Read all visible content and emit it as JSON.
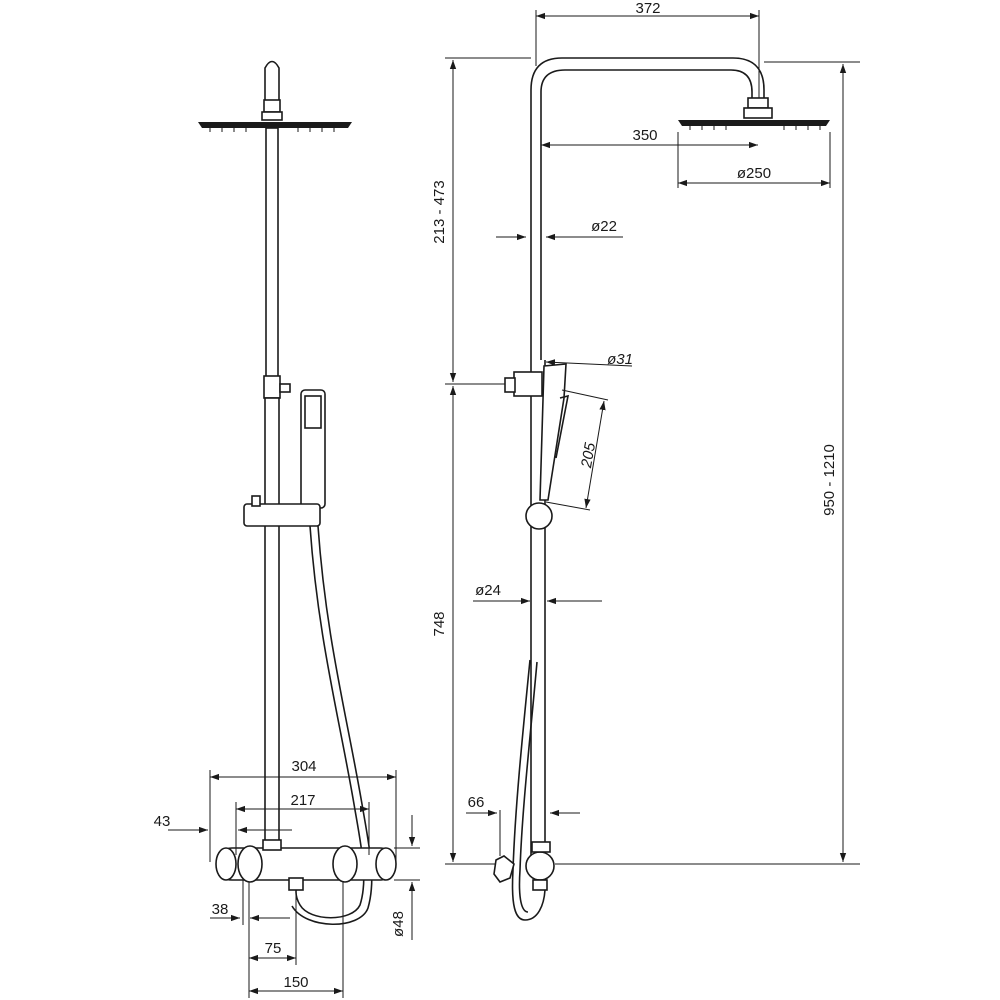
{
  "dimensions": {
    "arm_width": "372",
    "arm_projection": "350",
    "head_diameter": "ø250",
    "top_tube_diameter": "ø22",
    "bottom_tube_diameter": "ø24",
    "holder_diameter": "ø31",
    "handshower_length": "205",
    "head_height_range": "213 - 473",
    "lower_height": "748",
    "total_height_range": "950 - 1210",
    "mixer_offset": "66",
    "mixer_length": "304",
    "inlet_spacing": "217",
    "handle_length": "43",
    "handle_offset": "38",
    "outlet_offset": "75",
    "inlet_centres": "150",
    "mixer_diameter": "ø48"
  }
}
